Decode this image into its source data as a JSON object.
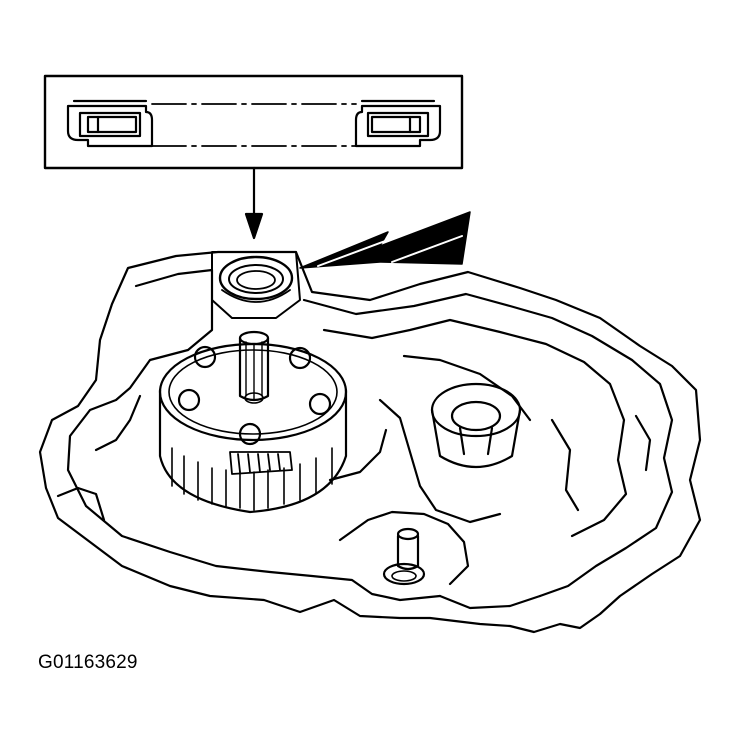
{
  "figure": {
    "id_label": "G01163629",
    "line_color": "#000000",
    "background": "#ffffff"
  },
  "callout": {
    "subject": "bearing-cross-section"
  },
  "arrows": {
    "pointer": "down-arrow-to-bearing",
    "highlight": "double-filled-arrow"
  }
}
